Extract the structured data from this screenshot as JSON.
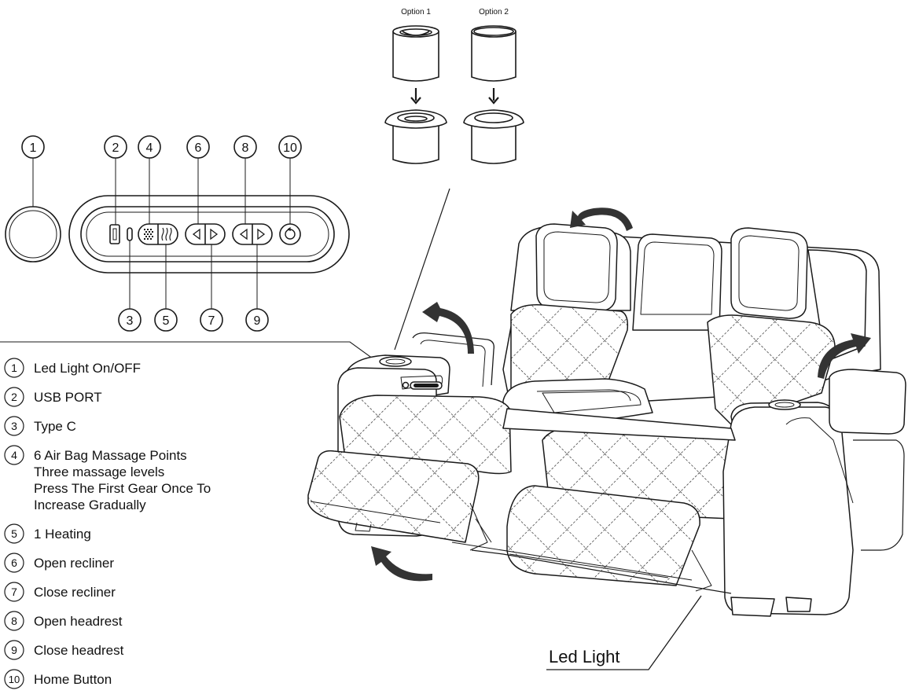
{
  "cup_options": [
    {
      "label": "Option 1"
    },
    {
      "label": "Option 2"
    }
  ],
  "callouts_top": [
    "1",
    "2",
    "4",
    "6",
    "8",
    "10"
  ],
  "callouts_bottom": [
    "3",
    "5",
    "7",
    "9"
  ],
  "legend": [
    {
      "num": "1",
      "lines": [
        "Led Light On/OFF"
      ]
    },
    {
      "num": "2",
      "lines": [
        "USB PORT"
      ]
    },
    {
      "num": "3",
      "lines": [
        "Type C"
      ]
    },
    {
      "num": "4",
      "lines": [
        "6 Air Bag Massage Points",
        "Three massage levels",
        "Press The First Gear Once To",
        "Increase Gradually"
      ]
    },
    {
      "num": "5",
      "lines": [
        "1 Heating"
      ]
    },
    {
      "num": "6",
      "lines": [
        "Open recliner"
      ]
    },
    {
      "num": "7",
      "lines": [
        "Close recliner"
      ]
    },
    {
      "num": "8",
      "lines": [
        "Open headrest"
      ]
    },
    {
      "num": "9",
      "lines": [
        "Close headrest"
      ]
    },
    {
      "num": "10",
      "lines": [
        "Home Button"
      ]
    }
  ],
  "led_label": "Led Light",
  "colors": {
    "line": "#1a1a1a",
    "arrow": "#333333",
    "fill": "#ffffff"
  }
}
